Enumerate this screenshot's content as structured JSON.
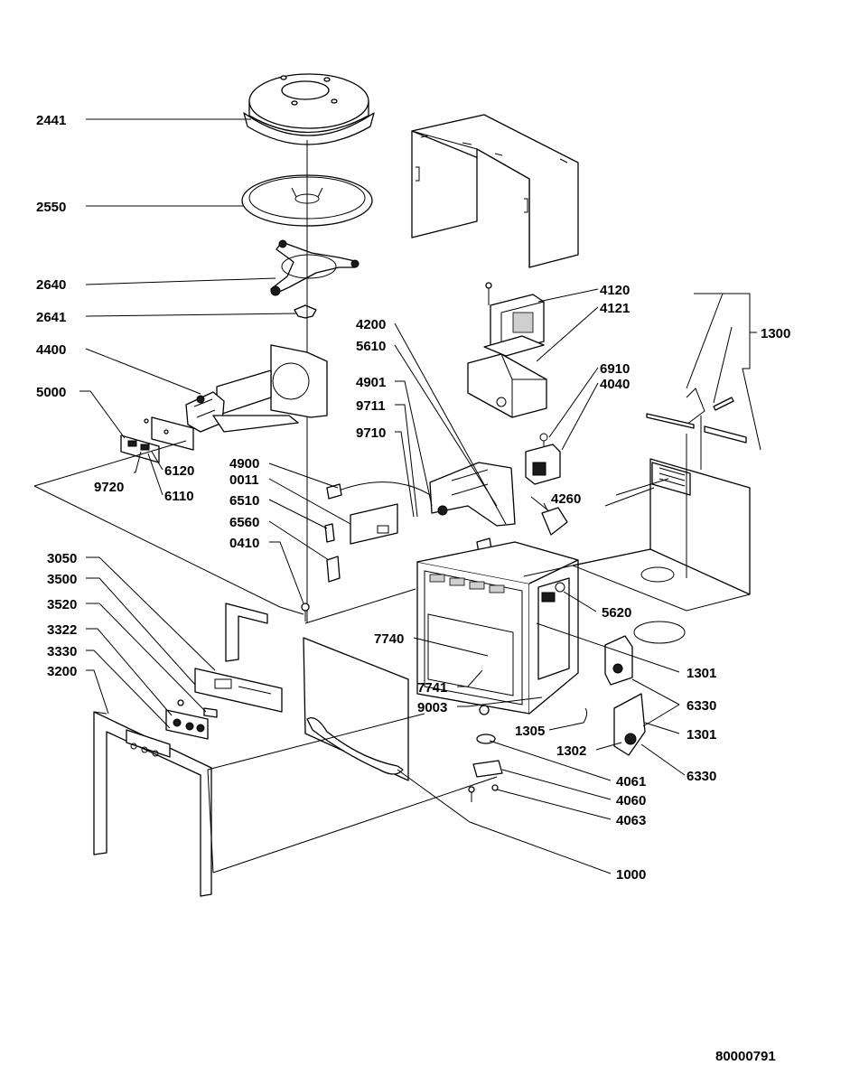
{
  "document_number": "80000791",
  "part_labels": {
    "p2441": "2441",
    "p2550": "2550",
    "p2640": "2640",
    "p2641": "2641",
    "p4400": "4400",
    "p5000": "5000",
    "p9720": "9720",
    "p6120": "6120",
    "p6110": "6110",
    "p4120": "4120",
    "p4121": "4121",
    "p4200": "4200",
    "p5610": "5610",
    "p6910": "6910",
    "p4040": "4040",
    "p4901": "4901",
    "p9711": "9711",
    "p9710": "9710",
    "p1300": "1300",
    "p4900": "4900",
    "p0011": "0011",
    "p6510": "6510",
    "p6560": "6560",
    "p0410": "0410",
    "p4260": "4260",
    "p3050": "3050",
    "p3500": "3500",
    "p3520": "3520",
    "p3322": "3322",
    "p3330": "3330",
    "p3200": "3200",
    "p7740": "7740",
    "p7741": "7741",
    "p9003": "9003",
    "p5620": "5620",
    "p1301a": "1301",
    "p6330a": "6330",
    "p1305": "1305",
    "p1301b": "1301",
    "p1302": "1302",
    "p6330b": "6330",
    "p4061": "4061",
    "p4060": "4060",
    "p4063": "4063",
    "p1000": "1000"
  }
}
